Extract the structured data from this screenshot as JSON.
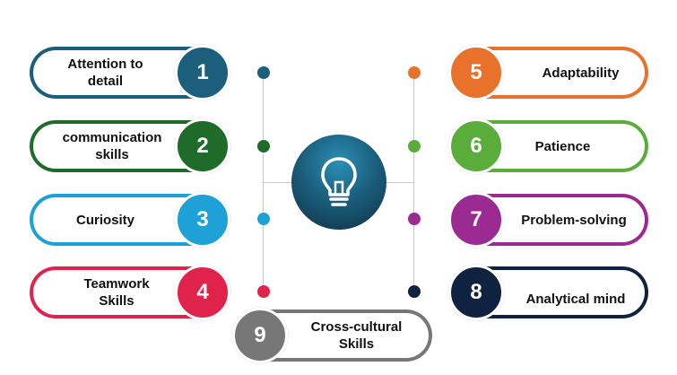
{
  "items": [
    {
      "number": "1",
      "label": "Attention to detail",
      "line1": "Attention to",
      "line2": "detail",
      "color": "#1b5f7d"
    },
    {
      "number": "2",
      "label": "communication skills",
      "line1": "communication",
      "line2": "skills",
      "color": "#1f6b2a"
    },
    {
      "number": "3",
      "label": "Curiosity",
      "line1": "Curiosity",
      "line2": "",
      "color": "#1da1d6"
    },
    {
      "number": "4",
      "label": "Teamwork Skills",
      "line1": "Teamwork",
      "line2": "Skills",
      "color": "#e0234a"
    },
    {
      "number": "5",
      "label": "Adaptability",
      "line1": "Adaptability",
      "line2": "",
      "color": "#e8712c"
    },
    {
      "number": "6",
      "label": "Patience",
      "line1": "Patience",
      "line2": "",
      "color": "#5aad3a"
    },
    {
      "number": "7",
      "label": "Problem-solving",
      "line1": "Problem-solving",
      "line2": "",
      "color": "#9c2a93"
    },
    {
      "number": "8",
      "label": "Analytical mind",
      "line1": "Analytical mind",
      "line2": "",
      "color": "#0f2340"
    },
    {
      "number": "9",
      "label": "Cross-cultural Skills",
      "line1": "Cross-cultural",
      "line2": "Skills",
      "color": "#777777"
    }
  ],
  "center_icon": "lightbulb-icon",
  "line_color": "#c9c9c9"
}
